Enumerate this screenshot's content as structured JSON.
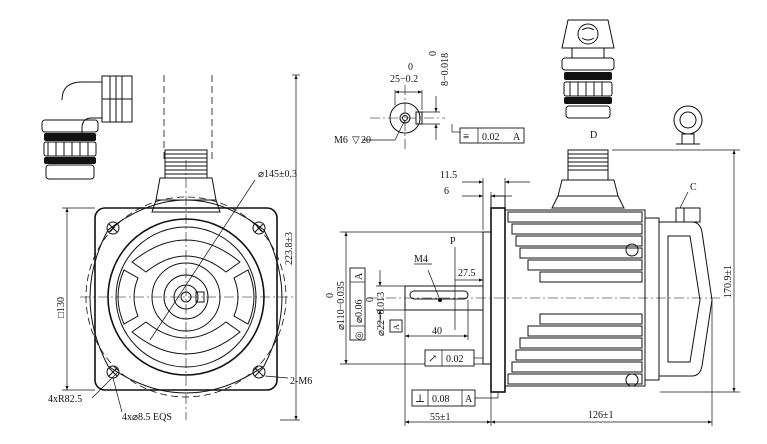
{
  "front_view": {
    "pcd_label": "⌀145±0.3",
    "height_label": "223.8±3",
    "square_label": "□130",
    "corner_radius_label": "4xR82.5",
    "holes_label": "4x⌀8.5 EQS",
    "mount_label": "2-M6"
  },
  "shaft_detail": {
    "key_width_upper": "0",
    "key_width_lower": "8−0.018",
    "key_depth_upper": "0",
    "key_depth_lower": "25−0.2",
    "thread_label": "M6",
    "thread_depth": "20",
    "symmetry_tol": "0.02",
    "symmetry_ref": "A"
  },
  "side_view": {
    "connector_label": "D",
    "encoder_label": "C",
    "dim_11_5": "11.5",
    "dim_6": "6",
    "m4_label": "M4",
    "p_label": "P",
    "dim_27_5": "27.5",
    "dim_40": "40",
    "spigot_upper": "0",
    "spigot_lower": "⌀110−0.035",
    "spigot_runout": "⌀0.06",
    "spigot_runout_ref": "A",
    "shaft_upper": "0",
    "shaft_lower": "⌀22−0.013",
    "shaft_datum": "A",
    "runout_tol": "0.02",
    "perp_tol": "0.08",
    "perp_ref": "A",
    "dim_55": "55±1",
    "dim_126": "126±1",
    "dim_170_9": "170.9±1"
  }
}
